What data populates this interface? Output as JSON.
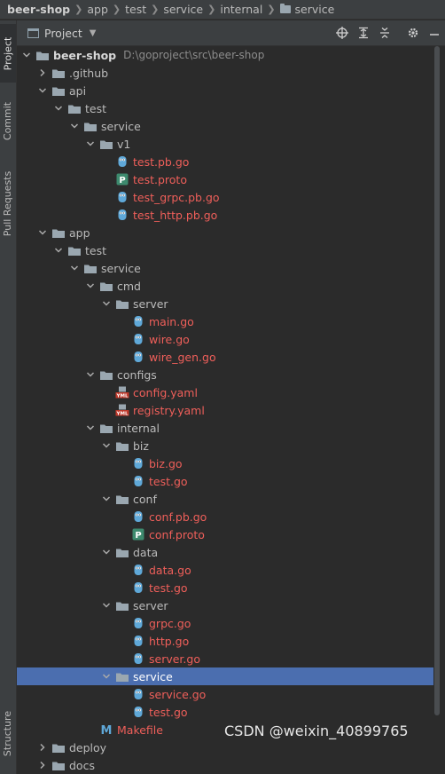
{
  "breadcrumb": [
    "beer-shop",
    "app",
    "test",
    "service",
    "internal",
    "service"
  ],
  "side_tabs": [
    "Project",
    "Commit",
    "Pull Requests",
    "Structure"
  ],
  "toolbar": {
    "title": "Project"
  },
  "watermark": "CSDN @weixin_40899765",
  "colors": {
    "background": "#2b2b2b",
    "selection": "#4b6eaf",
    "modified_red": "#ef5f5a",
    "folder": "#9aa7b0",
    "go_icon": "#5fa8d8"
  },
  "tree": [
    {
      "label": "beer-shop",
      "path": "D:\\goproject\\src\\beer-shop",
      "depth": 0,
      "type": "folder",
      "expanded": true,
      "style": "bold"
    },
    {
      "label": ".github",
      "depth": 1,
      "type": "folder",
      "expanded": false
    },
    {
      "label": "api",
      "depth": 1,
      "type": "folder",
      "expanded": true
    },
    {
      "label": "test",
      "depth": 2,
      "type": "folder",
      "expanded": true
    },
    {
      "label": "service",
      "depth": 3,
      "type": "folder",
      "expanded": true
    },
    {
      "label": "v1",
      "depth": 4,
      "type": "folder",
      "expanded": true
    },
    {
      "label": "test.pb.go",
      "depth": 5,
      "type": "go",
      "modified": true
    },
    {
      "label": "test.proto",
      "depth": 5,
      "type": "proto",
      "modified": true
    },
    {
      "label": "test_grpc.pb.go",
      "depth": 5,
      "type": "go",
      "modified": true
    },
    {
      "label": "test_http.pb.go",
      "depth": 5,
      "type": "go",
      "modified": true
    },
    {
      "label": "app",
      "depth": 1,
      "type": "folder",
      "expanded": true
    },
    {
      "label": "test",
      "depth": 2,
      "type": "folder",
      "expanded": true
    },
    {
      "label": "service",
      "depth": 3,
      "type": "folder",
      "expanded": true
    },
    {
      "label": "cmd",
      "depth": 4,
      "type": "folder",
      "expanded": true
    },
    {
      "label": "server",
      "depth": 5,
      "type": "folder",
      "expanded": true
    },
    {
      "label": "main.go",
      "depth": 6,
      "type": "go",
      "modified": true
    },
    {
      "label": "wire.go",
      "depth": 6,
      "type": "go",
      "modified": true
    },
    {
      "label": "wire_gen.go",
      "depth": 6,
      "type": "go",
      "modified": true
    },
    {
      "label": "configs",
      "depth": 4,
      "type": "folder",
      "expanded": true
    },
    {
      "label": "config.yaml",
      "depth": 5,
      "type": "yaml",
      "modified": true
    },
    {
      "label": "registry.yaml",
      "depth": 5,
      "type": "yaml",
      "modified": true
    },
    {
      "label": "internal",
      "depth": 4,
      "type": "folder",
      "expanded": true
    },
    {
      "label": "biz",
      "depth": 5,
      "type": "folder",
      "expanded": true
    },
    {
      "label": "biz.go",
      "depth": 6,
      "type": "go",
      "modified": true
    },
    {
      "label": "test.go",
      "depth": 6,
      "type": "go",
      "modified": true
    },
    {
      "label": "conf",
      "depth": 5,
      "type": "folder",
      "expanded": true
    },
    {
      "label": "conf.pb.go",
      "depth": 6,
      "type": "go",
      "modified": true
    },
    {
      "label": "conf.proto",
      "depth": 6,
      "type": "proto",
      "modified": true
    },
    {
      "label": "data",
      "depth": 5,
      "type": "folder",
      "expanded": true
    },
    {
      "label": "data.go",
      "depth": 6,
      "type": "go",
      "modified": true
    },
    {
      "label": "test.go",
      "depth": 6,
      "type": "go",
      "modified": true
    },
    {
      "label": "server",
      "depth": 5,
      "type": "folder",
      "expanded": true
    },
    {
      "label": "grpc.go",
      "depth": 6,
      "type": "go",
      "modified": true
    },
    {
      "label": "http.go",
      "depth": 6,
      "type": "go",
      "modified": true
    },
    {
      "label": "server.go",
      "depth": 6,
      "type": "go",
      "modified": true
    },
    {
      "label": "service",
      "depth": 5,
      "type": "folder",
      "expanded": true,
      "selected": true
    },
    {
      "label": "service.go",
      "depth": 6,
      "type": "go",
      "modified": true
    },
    {
      "label": "test.go",
      "depth": 6,
      "type": "go",
      "modified": true
    },
    {
      "label": "Makefile",
      "depth": 4,
      "type": "makefile",
      "modified": true
    },
    {
      "label": "deploy",
      "depth": 1,
      "type": "folder",
      "expanded": false
    },
    {
      "label": "docs",
      "depth": 1,
      "type": "folder",
      "expanded": false
    }
  ]
}
